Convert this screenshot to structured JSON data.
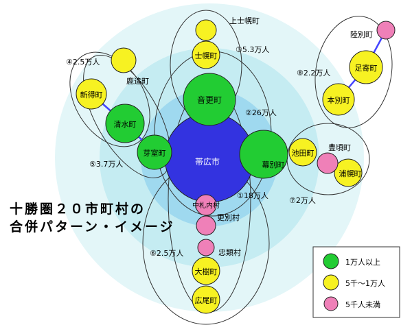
{
  "title_lines": [
    "十勝圏２０市町村の",
    "合併パターン・イメージ"
  ],
  "colors": {
    "ring_outer": "#e3f6f8",
    "ring_mid": "#c5ecf2",
    "ring_inner": "#9fd9ef",
    "obihiro_fill": "#3333e0",
    "large": "#22cc33",
    "medium": "#f7f222",
    "small": "#ef80b8",
    "connector": "#4444ff"
  },
  "center_city": "帯広市",
  "towns": {
    "kamishihoro": "上士幌町",
    "shihoro": "士幌町",
    "otofuke": "音更町",
    "shikaoi": "鹿追町",
    "shintoku": "新得町",
    "shimizu": "清水町",
    "memuro": "芽室町",
    "makubetsu": "幕別町",
    "ikeda": "池田町",
    "toyokoro": "豊頃町",
    "urahoro": "浦幌町",
    "rikubetsu": "陸別町",
    "ashoro": "足寄町",
    "honbetsu": "本別町",
    "nakasatsunai": "中札内村",
    "sarabetsu": "更別村",
    "churui": "忠類村",
    "taiki": "大樹町",
    "hiroo": "広尾町"
  },
  "groups": {
    "g1": "①18万人",
    "g2": "②26万人",
    "g3": "③5.3万人",
    "g4": "④2.5万人",
    "g5": "⑤3.7万人",
    "g6": "⑥2.5万人",
    "g7": "⑦2万人",
    "g8": "⑧2.2万人"
  },
  "legend": {
    "large": "1万人以上",
    "medium": "5千～1万人",
    "small": "5千人未満"
  }
}
